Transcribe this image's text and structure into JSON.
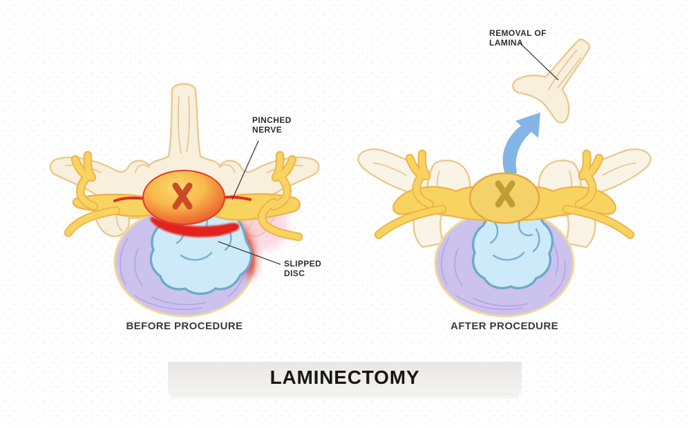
{
  "diagram": {
    "title": "LAMINECTOMY",
    "before": {
      "caption": "BEFORE PROCEDURE",
      "annotations": {
        "pinched_nerve": {
          "lines": [
            "PINCHED",
            "NERVE"
          ]
        },
        "slipped_disc": {
          "lines": [
            "SLIPPED",
            "DISC"
          ]
        }
      }
    },
    "after": {
      "caption": "AFTER PROCEDURE",
      "annotations": {
        "removal_of_lamina": {
          "lines": [
            "REMOVAL OF",
            "LAMINA"
          ]
        }
      }
    }
  },
  "colors": {
    "bone-fill": "#f8efdc",
    "bone-lite-fill": "#faf4e6",
    "bone-stroke": "#eac98e",
    "bone-detail": "#e4bd82",
    "nerve-fill": "#f9d35f",
    "nerve-stroke": "#edb44a",
    "cord-yellow": "#f5d269",
    "cord-yellow-stroke": "#e2a945",
    "cord-x-after": "#bf9f35",
    "cord-x-before": "#cb4b26",
    "cord-stroke-before": "#e03b28",
    "inflammation-red": "#e2231f",
    "inflammation-pink": "#f7c3d4",
    "disc-fill": "#cbc2ee",
    "disc-ring": "#f0d89c",
    "disc-swirl": "#b49be0",
    "nucleus-fill": "#cdeaf8",
    "nucleus-stroke": "#6ea9c9",
    "arrow-blue": "#83b5e5",
    "label-text": "#2d2d2d",
    "title-text": "#161616",
    "title-bar-top": "#e9e8e5",
    "title-bar-bottom": "#f4f3f1"
  }
}
